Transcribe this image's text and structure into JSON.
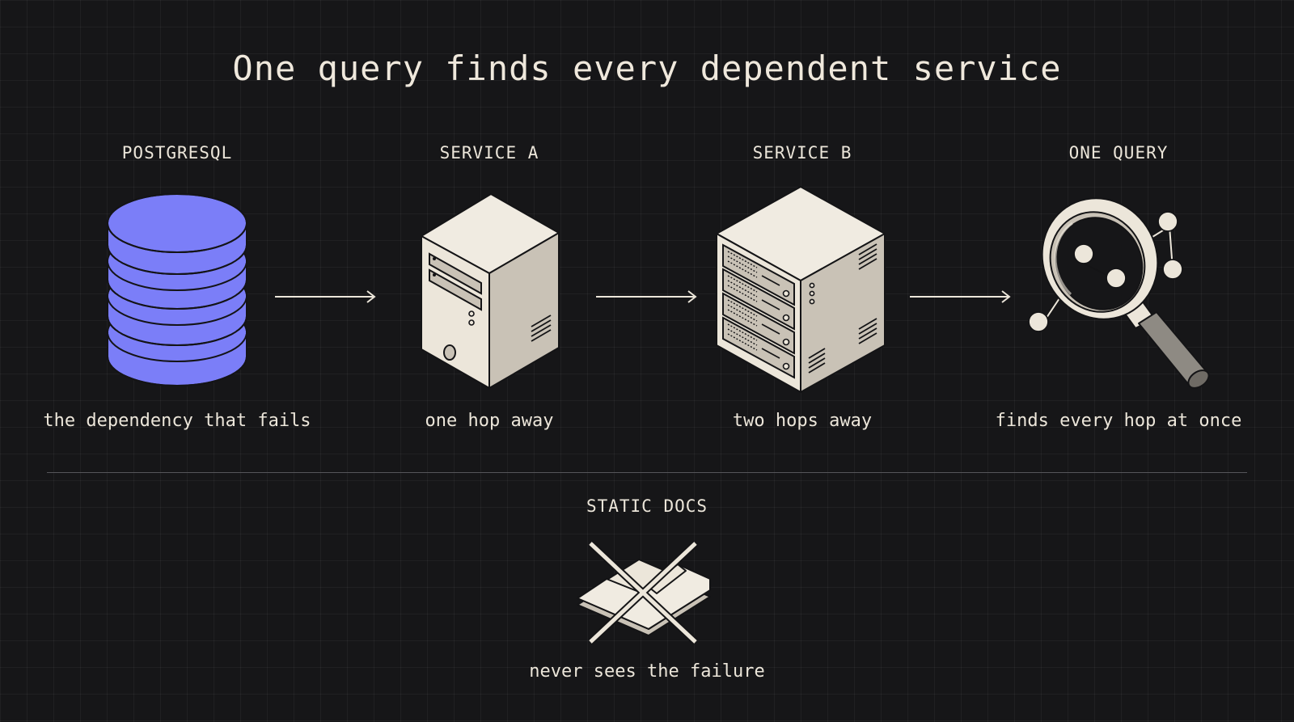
{
  "title": "One query finds every dependent service",
  "nodes": [
    {
      "label": "POSTGRESQL",
      "caption": "the dependency that fails",
      "icon": "database-icon",
      "color": "#7b7ef8"
    },
    {
      "label": "SERVICE A",
      "caption": "one hop away",
      "icon": "server-tower-icon"
    },
    {
      "label": "SERVICE B",
      "caption": "two hops away",
      "icon": "server-rack-icon"
    },
    {
      "label": "ONE QUERY",
      "caption": "finds every hop at once",
      "icon": "magnifier-graph-icon"
    }
  ],
  "static_docs": {
    "label": "STATIC DOCS",
    "caption": "never sees the failure",
    "icon": "crossed-out-docs-icon"
  },
  "colors": {
    "background": "#161618",
    "accent": "#7b7ef8",
    "cream": "#ece6da",
    "cream_shade": "#c9c2b6"
  }
}
